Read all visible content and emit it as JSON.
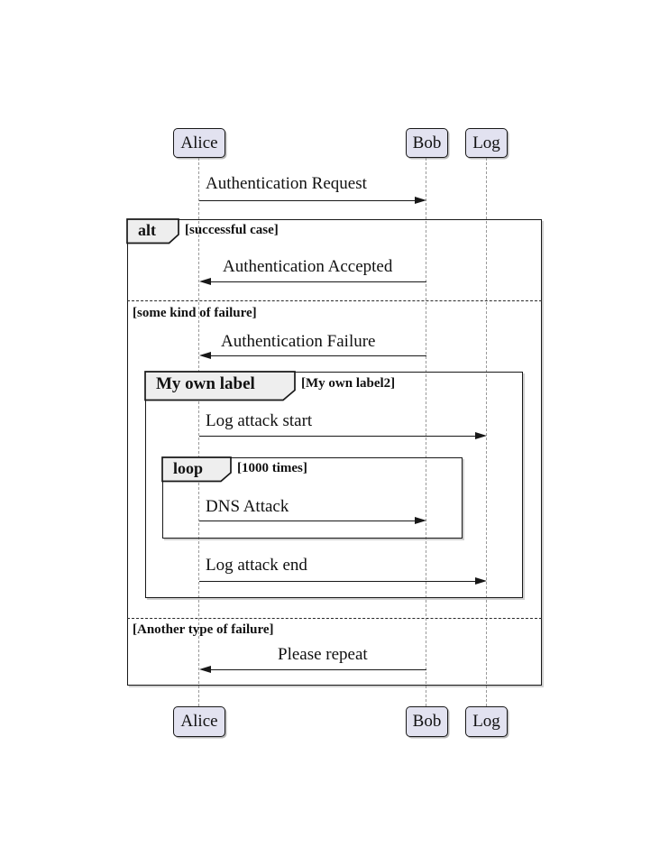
{
  "diagram": {
    "type": "sequence-diagram",
    "participants": [
      {
        "name": "Alice"
      },
      {
        "name": "Bob"
      },
      {
        "name": "Log"
      }
    ],
    "messages": [
      {
        "label": "Authentication Request",
        "from": "Alice",
        "to": "Bob"
      },
      {
        "label": "Authentication Accepted",
        "from": "Bob",
        "to": "Alice"
      },
      {
        "label": "Authentication Failure",
        "from": "Bob",
        "to": "Alice"
      },
      {
        "label": "Log attack start",
        "from": "Alice",
        "to": "Log"
      },
      {
        "label": "DNS Attack",
        "from": "Alice",
        "to": "Bob"
      },
      {
        "label": "Log attack end",
        "from": "Alice",
        "to": "Log"
      },
      {
        "label": "Please repeat",
        "from": "Bob",
        "to": "Alice"
      }
    ],
    "fragments": {
      "alt": {
        "keyword": "alt",
        "branches": [
          "[successful case]",
          "[some kind of failure]",
          "[Another type of failure]"
        ]
      },
      "group": {
        "keyword": "My own label",
        "guard": "[My own label2]"
      },
      "loop": {
        "keyword": "loop",
        "guard": "[1000 times]"
      }
    },
    "colors": {
      "participant_fill": "#E2E2F0",
      "participant_border": "#181818",
      "fragment_label_fill": "#EEEEEE",
      "line": "#181818",
      "lifeline": "#9A9A9A",
      "background": "#FFFFFF"
    }
  }
}
